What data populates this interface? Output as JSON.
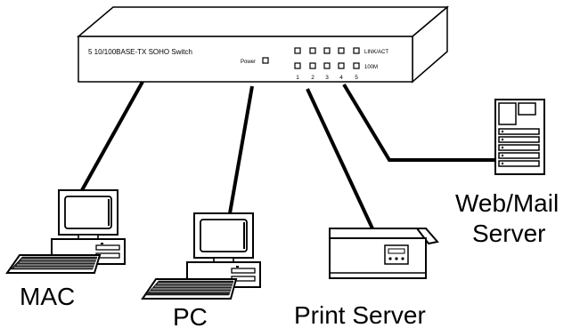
{
  "switch": {
    "model_label": "5 10/100BASE-TX SOHO Switch",
    "power_label": "Power",
    "link_act_label": "LINK/ACT",
    "speed_label": "100M",
    "port_numbers": [
      "1",
      "2",
      "3",
      "4",
      "5"
    ]
  },
  "devices": {
    "mac_label": "MAC",
    "pc_label": "PC",
    "print_server_label": "Print Server",
    "web_mail_label_line1": "Web/Mail",
    "web_mail_label_line2": "Server"
  }
}
